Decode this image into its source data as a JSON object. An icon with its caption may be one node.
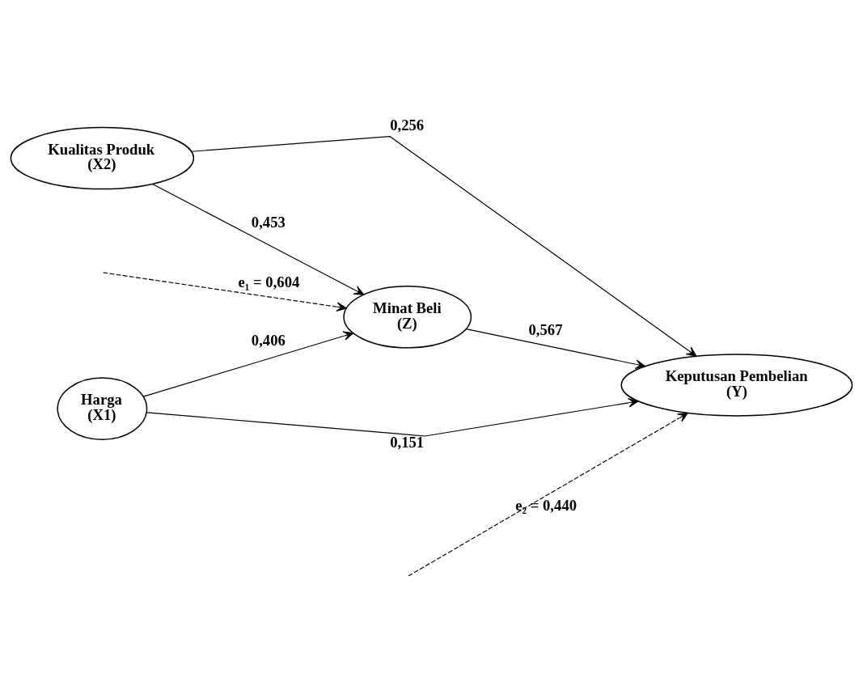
{
  "diagram": {
    "nodes": [
      {
        "text": [
          "Harga",
          "(X1)"
        ]
      },
      {
        "text": [
          "Minat Beli",
          "(Z)"
        ]
      },
      {
        "text": [
          "Kualitas Produk",
          "(X2)"
        ]
      },
      {
        "text": [
          "Keputusan Pembelian",
          "(Y)"
        ]
      }
    ],
    "edges": [
      {
        "from": 0,
        "to": 3,
        "arrow": "to",
        "label": "0,151"
      },
      {
        "from": 0,
        "to": 1,
        "arrow": "to",
        "label": "0,406"
      },
      {
        "from": null,
        "to": 1,
        "arrow": "to",
        "label": "e₁ = 0,604",
        "style": "dashed"
      },
      {
        "from": null,
        "to": 3,
        "arrow": "to",
        "label": "e₂ = 0,440",
        "style": "dashed"
      },
      {
        "from": 1,
        "to": 3,
        "arrow": "to",
        "label": "0,567"
      },
      {
        "from": 2,
        "to": 1,
        "arrow": "to",
        "label": "0,453"
      },
      {
        "from": 2,
        "to": 3,
        "arrow": "to",
        "label": "0,256"
      }
    ]
  }
}
